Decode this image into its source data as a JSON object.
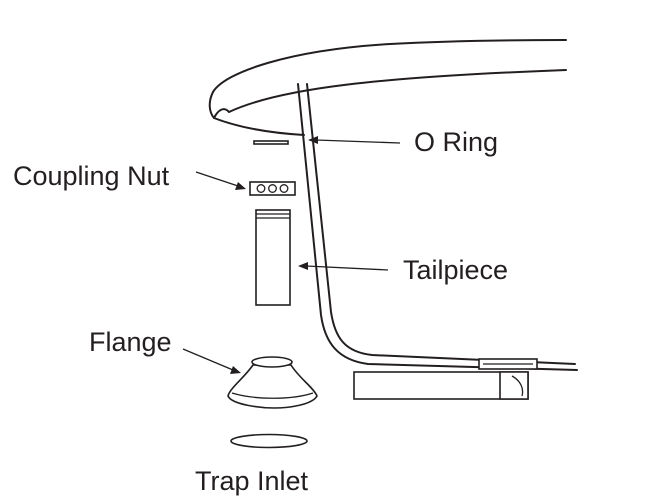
{
  "labels": {
    "o_ring": "O Ring",
    "coupling_nut": "Coupling Nut",
    "tailpiece": "Tailpiece",
    "flange": "Flange",
    "trap_inlet": "Trap Inlet"
  },
  "colors": {
    "line": "#231f20",
    "background": "#ffffff"
  }
}
